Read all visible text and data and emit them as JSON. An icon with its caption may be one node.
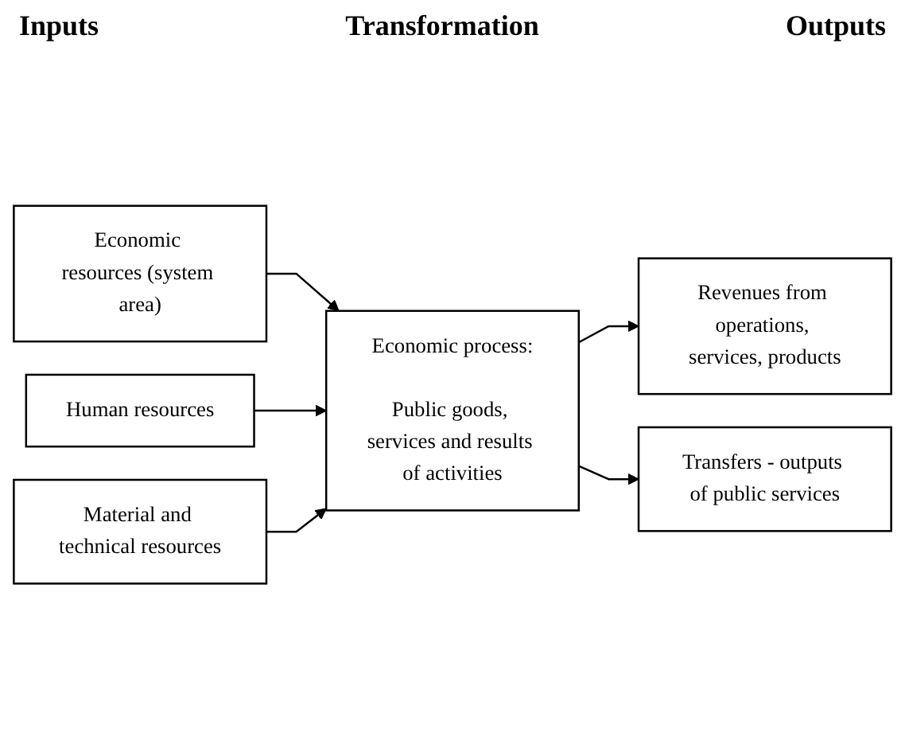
{
  "diagram": {
    "nodes": [
      {
        "text": [
          "Economic resources (system area)"
        ]
      },
      {
        "text": [
          "Human resources"
        ]
      },
      {
        "text": [
          "Material and technical resources"
        ]
      },
      {
        "text": [
          "Economic process:",
          "Public goods, services and results of activities"
        ]
      },
      {
        "text": [
          "Revenues from operations, services, products"
        ]
      },
      {
        "text": [
          "Transfers - outputs of public services"
        ]
      }
    ],
    "edges": [
      {
        "from": 0,
        "to": 3,
        "arrow": "to"
      },
      {
        "from": 1,
        "to": 3,
        "arrow": "to"
      },
      {
        "from": 2,
        "to": 3,
        "arrow": "to"
      },
      {
        "from": 3,
        "to": 4,
        "arrow": "to"
      },
      {
        "from": 3,
        "to": 5,
        "arrow": "to"
      }
    ],
    "labels": [
      "Inputs",
      "Transformation",
      "Outputs"
    ]
  }
}
